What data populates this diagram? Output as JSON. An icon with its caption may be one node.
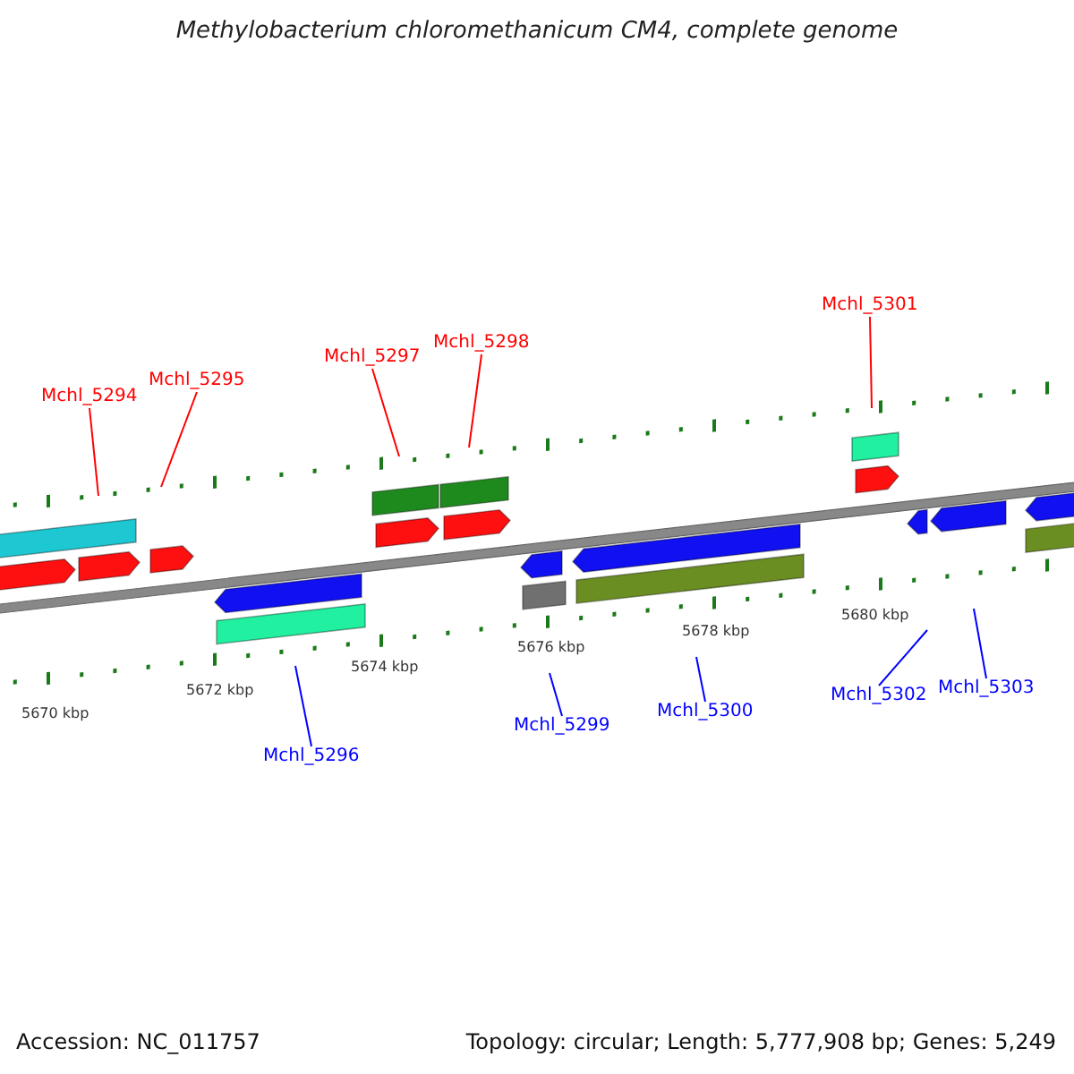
{
  "diagram": {
    "title": "Methylobacterium chloromethanicum CM4, complete genome",
    "nodes": [
      {
        "text": [
          "Mchl_5294"
        ]
      },
      {
        "text": [
          "Mchl_5295"
        ]
      },
      {
        "text": [
          "Mchl_5297"
        ]
      },
      {
        "text": [
          "Mchl_5298"
        ]
      },
      {
        "text": [
          "Mchl_5301"
        ]
      },
      {
        "text": [
          "Mchl_5296"
        ]
      },
      {
        "text": [
          "Mchl_5299"
        ]
      },
      {
        "text": [
          "Mchl_5300"
        ]
      },
      {
        "text": [
          "Mchl_5302"
        ]
      },
      {
        "text": [
          "Mchl_5303"
        ]
      }
    ],
    "edges": [
      {
        "from": 0,
        "to": null,
        "arrow": "none",
        "color": "#ff0000"
      },
      {
        "from": 1,
        "to": null,
        "arrow": "none",
        "color": "#ff0000"
      },
      {
        "from": 2,
        "to": null,
        "arrow": "none",
        "color": "#ff0000"
      },
      {
        "from": 3,
        "to": null,
        "arrow": "none",
        "color": "#ff0000"
      },
      {
        "from": 4,
        "to": null,
        "arrow": "none",
        "color": "#ff0000"
      },
      {
        "from": 5,
        "to": null,
        "arrow": "none",
        "color": "#0000ff"
      },
      {
        "from": 6,
        "to": null,
        "arrow": "none",
        "color": "#0000ff"
      },
      {
        "from": 7,
        "to": null,
        "arrow": "none",
        "color": "#0000ff"
      },
      {
        "from": 8,
        "to": null,
        "arrow": "none",
        "color": "#0000ff"
      },
      {
        "from": 9,
        "to": null,
        "arrow": "none",
        "color": "#0000ff"
      }
    ],
    "labels": [
      "5670 kbp",
      "5672 kbp",
      "5674 kbp",
      "5676 kbp",
      "5678 kbp",
      "5680 kbp",
      "Accession: NC_011757",
      "Topology: circular; Length: 5,777,908 bp; Genes: 5,249"
    ]
  }
}
